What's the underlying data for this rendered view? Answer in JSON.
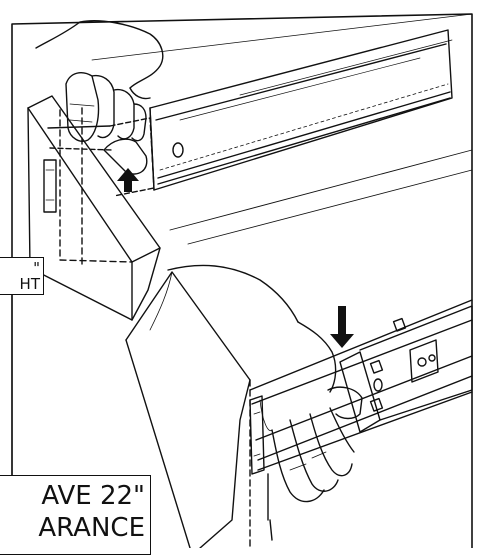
{
  "figure": {
    "callouts": {
      "top": {
        "lines": [
          "\"",
          "HT"
        ]
      },
      "bottom": {
        "lines": [
          "AVE 22\"",
          "ARANCE"
        ]
      }
    },
    "colors": {
      "ink": "#111111",
      "background": "#ffffff"
    },
    "icons": [
      "arrow-up-icon",
      "arrow-down-icon"
    ]
  }
}
